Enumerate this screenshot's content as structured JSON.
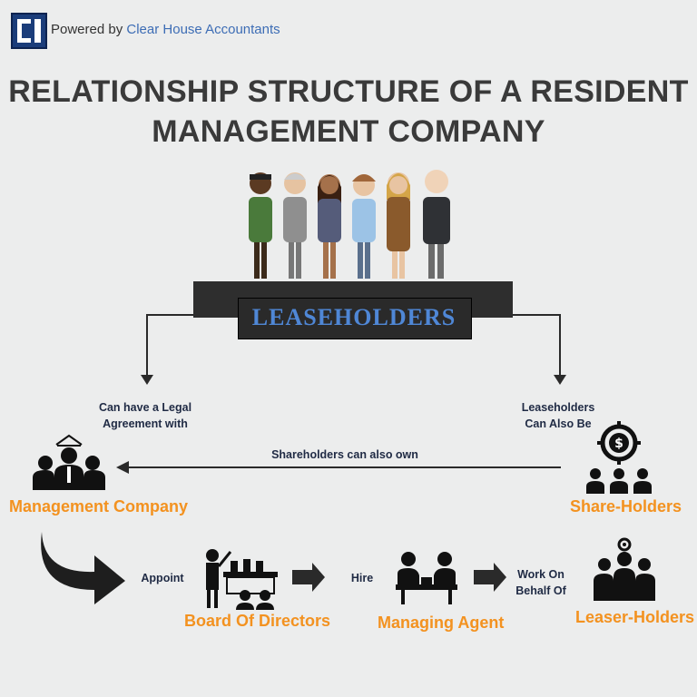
{
  "header": {
    "powered_prefix": "Powered by ",
    "powered_brand": "Clear House Accountants"
  },
  "title": {
    "line1": "RELATIONSHIP STRUCTURE OF A RESIDENT",
    "line2": "MANAGEMENT COMPANY"
  },
  "leaseholders": {
    "label": "LEASEHOLDERS"
  },
  "edges": {
    "legal_line1": "Can have a Legal",
    "legal_line2": "Agreement with",
    "also_line1": "Leaseholders",
    "also_line2": "Can Also Be",
    "own": "Shareholders can also own",
    "appoint": "Appoint",
    "hire": "Hire",
    "work_line1": "Work On",
    "work_line2": "Behalf Of"
  },
  "nodes": {
    "management_company": "Management Company",
    "share_holders": "Share-Holders",
    "board": "Board Of Directors",
    "managing_agent": "Managing Agent",
    "leaser_holders": "Leaser-Holders"
  },
  "colors": {
    "accent_orange": "#f39220",
    "leaseholders_blue": "#4f87d6",
    "brand_blue": "#3d6db5",
    "dark": "#2a2a2a"
  }
}
